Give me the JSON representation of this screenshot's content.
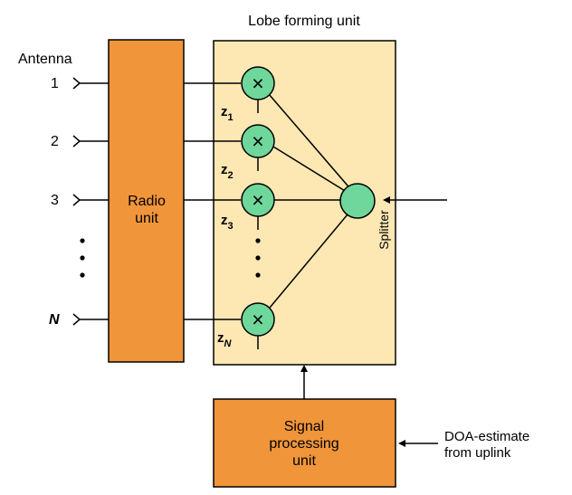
{
  "title": "Lobe forming unit",
  "antenna": {
    "heading": "Antenna",
    "labels": [
      "1",
      "2",
      "3",
      "N"
    ]
  },
  "radio_unit": {
    "line1": "Radio",
    "line2": "unit"
  },
  "multiplier_labels": [
    {
      "base": "z",
      "sub": "1"
    },
    {
      "base": "z",
      "sub": "2"
    },
    {
      "base": "z",
      "sub": "3"
    },
    {
      "base": "z",
      "sub": "N"
    }
  ],
  "multiplier_symbol": "×",
  "splitter_label": "Splitter",
  "signal_processing_unit": {
    "line1": "Signal",
    "line2": "processing",
    "line3": "unit"
  },
  "doa": {
    "line1": "DOA-estimate",
    "line2": "from uplink"
  },
  "colors": {
    "unit_fill": "#f0953a",
    "lobe_fill": "#fde7b3",
    "node_fill": "#6fd79b",
    "stroke": "#000000"
  }
}
